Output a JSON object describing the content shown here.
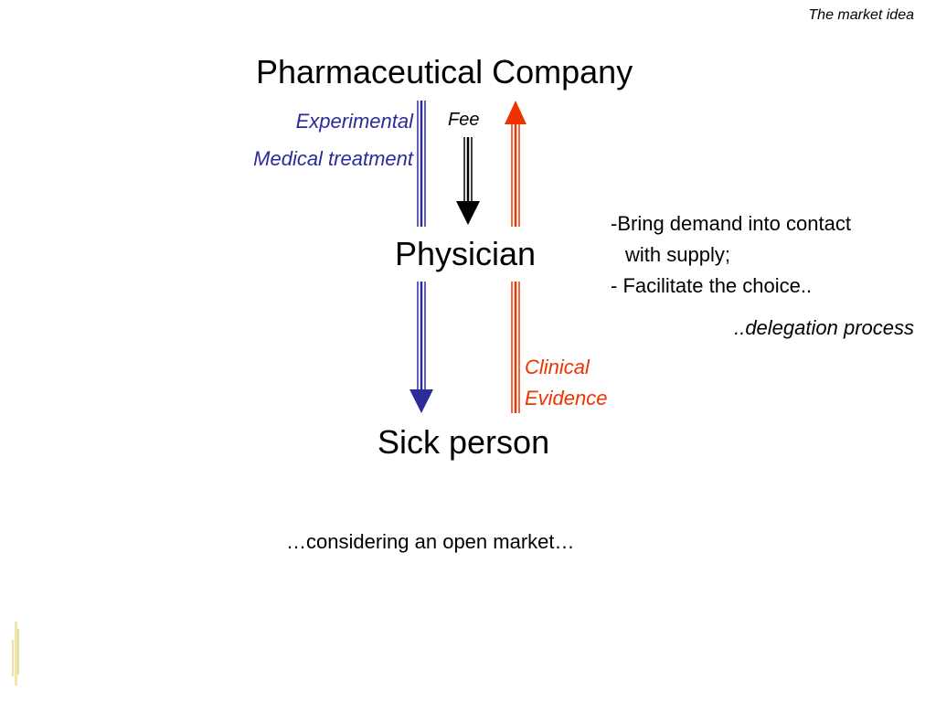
{
  "corner_title": "The market idea",
  "nodes": {
    "top": "Pharmaceutical Company",
    "middle": "Physician",
    "bottom": "Sick person"
  },
  "labels": {
    "experimental": "Experimental",
    "medical_treatment": "Medical treatment",
    "fee": "Fee",
    "clinical_line1": "Clinical",
    "clinical_line2": "Evidence"
  },
  "notes": {
    "line1": "-Bring demand into contact",
    "line2": "with supply;",
    "line3": "- Facilitate the choice.."
  },
  "delegation": "..delegation process",
  "footer": "…considering an open market…",
  "colors": {
    "blue_arrow": "#2b2b9a",
    "red_arrow": "#ee3300",
    "black_arrow": "#000000"
  }
}
